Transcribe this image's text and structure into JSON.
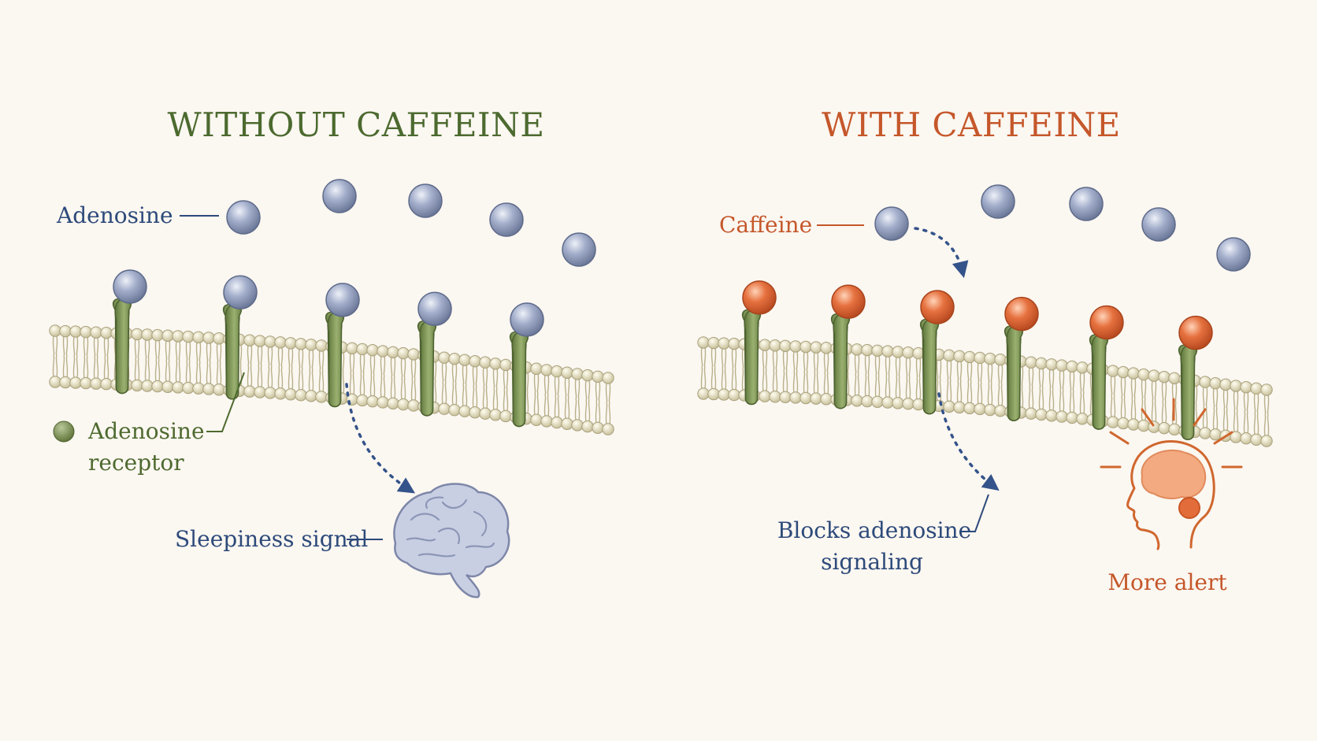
{
  "colors": {
    "background": "#fbf7f1",
    "title_left": "#4c6a2f",
    "title_right": "#c5572a",
    "label_blue": "#2d4a7a",
    "label_green": "#4e6a2f",
    "label_orange": "#c5572a",
    "adenosine_molecule": "#8e9bbb",
    "caffeine_molecule": "#e06a3c",
    "receptor": "#7f9656",
    "lipid_head": "#ddd6b4",
    "arrow": "#34538a",
    "brain": "#c5cbe0",
    "alert_head_line": "#d0672e",
    "alert_brain": "#f1a77c"
  },
  "left_panel": {
    "title": "WITHOUT CAFFEINE",
    "adenosine_label": "Adenosine",
    "receptor_label_line1": "Adenosine",
    "receptor_label_line2": "receptor",
    "sleepiness_label": "Sleepiness signal"
  },
  "right_panel": {
    "title": "WITH CAFFEINE",
    "caffeine_label": "Caffeine",
    "blocks_label_line1": "Blocks adenosine",
    "blocks_label_line2": "signaling",
    "alert_label": "More alert"
  },
  "icons": {
    "brain": "brain-icon",
    "alert_head": "alert-head-icon",
    "legend_dot": "receptor-legend-dot-icon"
  }
}
